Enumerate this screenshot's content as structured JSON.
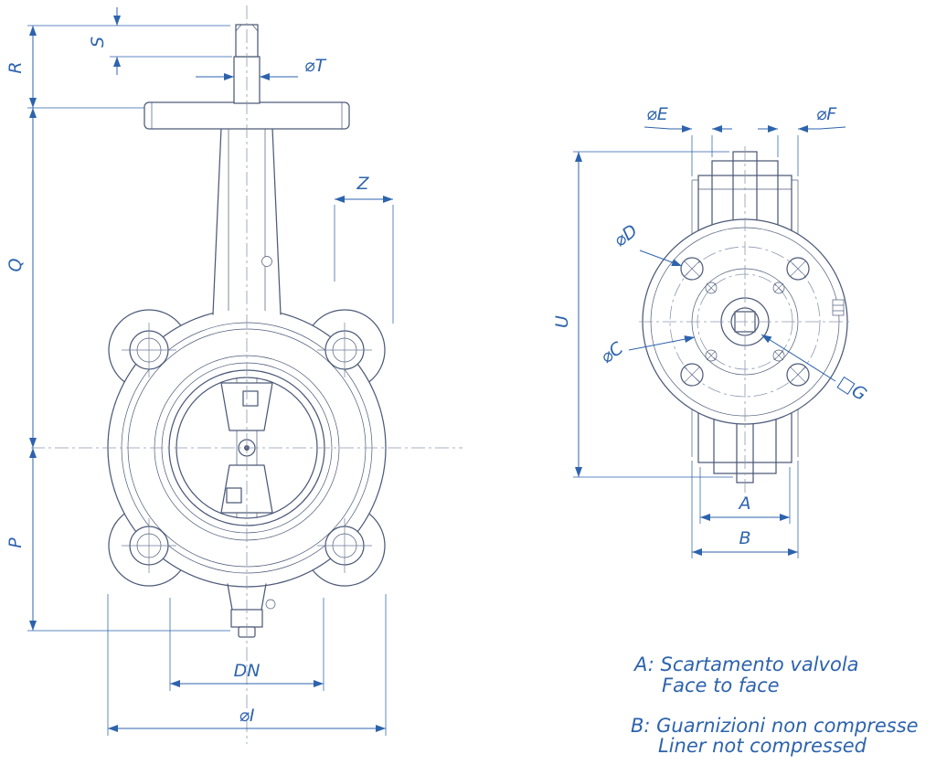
{
  "front_view": {
    "dims": {
      "s": "S",
      "r": "R",
      "q": "Q",
      "p": "P",
      "t": "⌀T",
      "z": "Z",
      "dn": "DN",
      "i": "⌀I"
    }
  },
  "side_view": {
    "dims": {
      "e": "⌀E",
      "f": "⌀F",
      "d": "⌀D",
      "c": "⌀C",
      "u": "U",
      "g": "□G",
      "a": "A",
      "b": "B"
    }
  },
  "notes": {
    "a_line1": "A: Scartamento valvola",
    "a_line2": "Face to face",
    "b_line1": "B: Guarnizioni non compresse",
    "b_line2": "Liner not compressed"
  },
  "colors": {
    "drawing_line": "#4d5a78",
    "dimension_line": "#2d63ad",
    "centerline": "#8b98b0",
    "background": "#ffffff"
  }
}
